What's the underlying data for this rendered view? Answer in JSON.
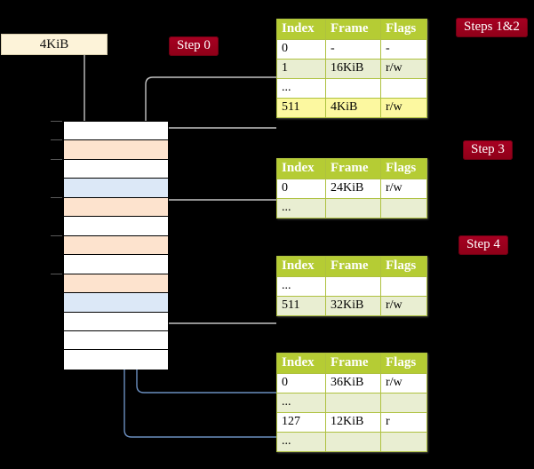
{
  "diagram": {
    "title_box": {
      "label": "4KiB"
    },
    "badges": [
      {
        "name": "step-0",
        "label": "Step 0"
      },
      {
        "name": "steps-1-2",
        "label": "Steps 1&2"
      },
      {
        "name": "step-3",
        "label": "Step 3"
      },
      {
        "name": "step-4",
        "label": "Step 4"
      }
    ],
    "memory_column": {
      "rows": [
        {
          "fill": "white"
        },
        {
          "fill": "orange"
        },
        {
          "fill": "white"
        },
        {
          "fill": "blue"
        },
        {
          "fill": "orange"
        },
        {
          "fill": "white"
        },
        {
          "fill": "orange"
        },
        {
          "fill": "white"
        },
        {
          "fill": "orange"
        },
        {
          "fill": "blue"
        },
        {
          "fill": "white"
        },
        {
          "fill": "white"
        },
        {
          "fill": "white"
        }
      ]
    },
    "tables": [
      {
        "name": "page-table-level-0",
        "headers": [
          "Index",
          "Frame",
          "Flags"
        ],
        "rows": [
          {
            "style": "plain",
            "cells": [
              "0",
              "-",
              "-"
            ]
          },
          {
            "style": "alt",
            "cells": [
              "1",
              "16KiB",
              "r/w"
            ]
          },
          {
            "style": "plain",
            "cells": [
              "...",
              "",
              ""
            ]
          },
          {
            "style": "alt",
            "highlight": true,
            "cells": [
              "511",
              "4KiB",
              "r/w"
            ]
          }
        ]
      },
      {
        "name": "page-table-level-1",
        "headers": [
          "Index",
          "Frame",
          "Flags"
        ],
        "rows": [
          {
            "style": "plain",
            "cells": [
              "0",
              "24KiB",
              "r/w"
            ]
          },
          {
            "style": "alt",
            "cells": [
              "...",
              "",
              ""
            ]
          }
        ]
      },
      {
        "name": "page-table-level-2",
        "headers": [
          "Index",
          "Frame",
          "Flags"
        ],
        "rows": [
          {
            "style": "plain",
            "cells": [
              "...",
              "",
              ""
            ]
          },
          {
            "style": "alt",
            "cells": [
              "511",
              "32KiB",
              "r/w"
            ]
          }
        ]
      },
      {
        "name": "page-table-level-3",
        "headers": [
          "Index",
          "Frame",
          "Flags"
        ],
        "rows": [
          {
            "style": "plain",
            "cells": [
              "0",
              "36KiB",
              "r/w"
            ]
          },
          {
            "style": "alt",
            "cells": [
              "...",
              "",
              ""
            ]
          },
          {
            "style": "plain",
            "cells": [
              "127",
              "12KiB",
              "r"
            ]
          },
          {
            "style": "alt",
            "cells": [
              "...",
              "",
              ""
            ]
          }
        ]
      }
    ],
    "colors": {
      "badge": "#a80022",
      "table_header": "#b5cc34",
      "table_alt_row": "#e9eed2",
      "highlight": "#fcf8a0",
      "frame_orange": "#fde3ce",
      "frame_blue": "#dce8f7",
      "box_cream": "#fdf3d9",
      "arrow_gray": "#b9b9b9",
      "arrow_blue": "#6b8fc0",
      "background": "#000000"
    }
  }
}
